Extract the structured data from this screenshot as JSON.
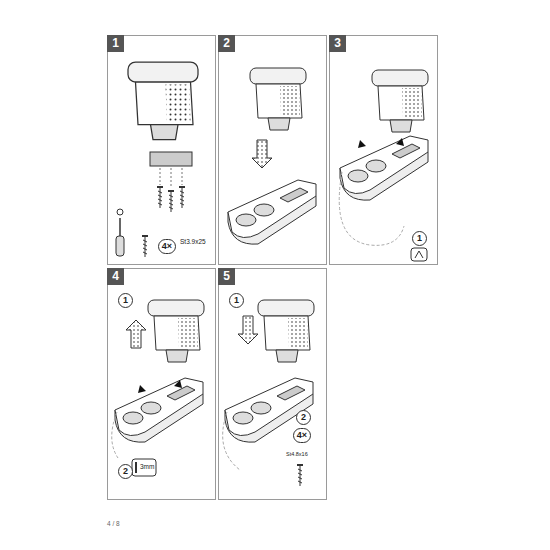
{
  "diagram": {
    "nodes": [
      {
        "text": [
          "1"
        ]
      },
      {
        "text": [
          "4×"
        ],
        "in": 0
      },
      {
        "text": [
          "2"
        ]
      },
      {
        "text": [
          "3"
        ]
      },
      {
        "text": [
          "1"
        ],
        "in": 3
      },
      {
        "text": [
          "4"
        ]
      },
      {
        "text": [
          "1"
        ],
        "in": 5
      },
      {
        "text": [
          "2"
        ],
        "in": 5
      },
      {
        "text": [
          "5"
        ]
      },
      {
        "text": [
          "1"
        ],
        "in": 8
      },
      {
        "text": [
          "2"
        ],
        "in": 8
      },
      {
        "text": [
          "4×"
        ],
        "in": 8
      }
    ],
    "labels": [
      "St3.9x25",
      "3mm",
      "St4.8x16",
      "4 / 8"
    ]
  }
}
